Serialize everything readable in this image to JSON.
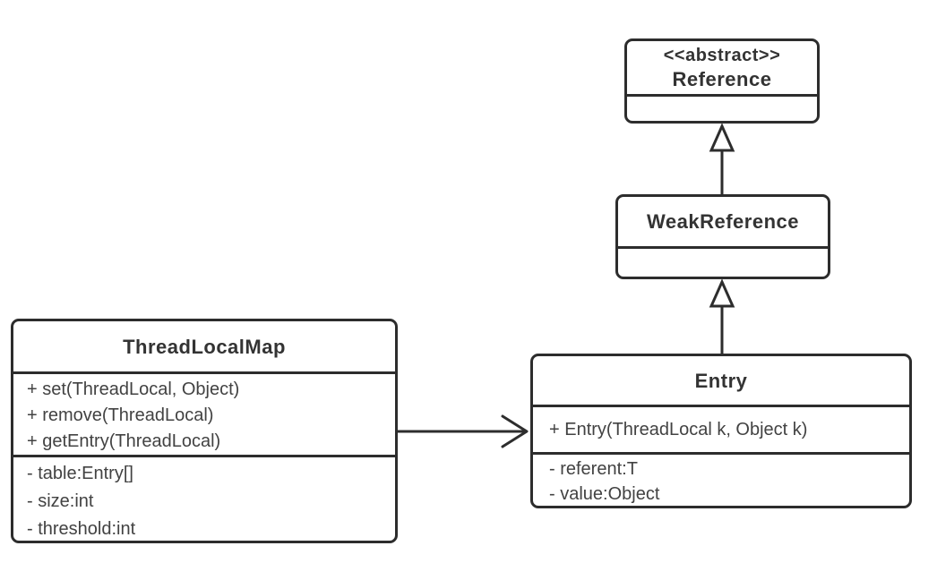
{
  "diagram": {
    "colors": {
      "line": "#2d2d2d",
      "text": "#424242",
      "background": "#ffffff"
    },
    "classes": {
      "reference": {
        "stereotype": "<<abstract>>",
        "name": "Reference"
      },
      "weak_reference": {
        "name": "WeakReference"
      },
      "entry": {
        "name": "Entry",
        "methods": [
          "+ Entry(ThreadLocal k, Object k)"
        ],
        "attributes": [
          "- referent:T",
          "- value:Object"
        ]
      },
      "thread_local_map": {
        "name": "ThreadLocalMap",
        "methods": [
          "+ set(ThreadLocal, Object)",
          "+ remove(ThreadLocal)",
          "+ getEntry(ThreadLocal)"
        ],
        "attributes": [
          "- table:Entry[]",
          "- size:int",
          "- threshold:int"
        ]
      }
    },
    "relationships": [
      {
        "type": "generalization",
        "from": "WeakReference",
        "to": "Reference"
      },
      {
        "type": "generalization",
        "from": "Entry",
        "to": "WeakReference"
      },
      {
        "type": "association",
        "from": "ThreadLocalMap",
        "to": "Entry"
      }
    ]
  }
}
